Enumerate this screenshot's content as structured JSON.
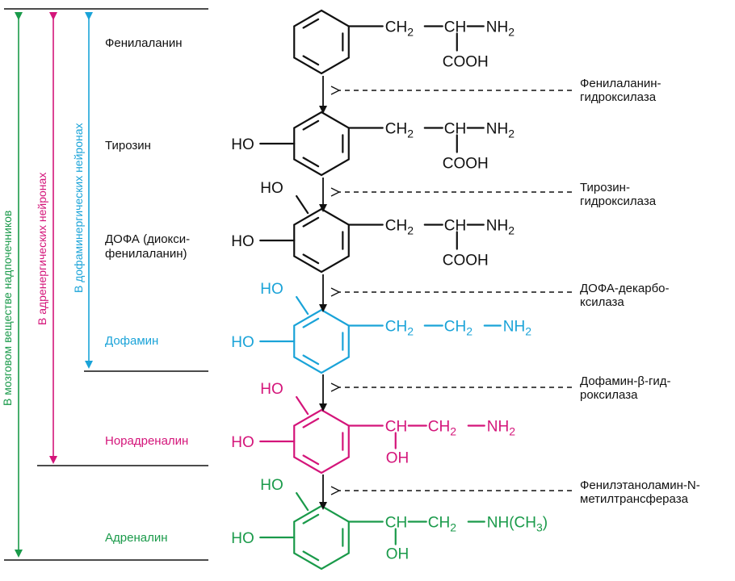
{
  "colors": {
    "black": "#111111",
    "dopamine": "#1aa3d8",
    "noradrenaline": "#d4157a",
    "adrenaline": "#1a9a4a"
  },
  "compounds": [
    {
      "name": "Фенилаланин"
    },
    {
      "name": "Тирозин"
    },
    {
      "name": "ДОФА (диокси-\nфенилаланин)"
    },
    {
      "name": "Дофамин"
    },
    {
      "name": "Норадреналин"
    },
    {
      "name": "Адреналин"
    }
  ],
  "enzymes": [
    {
      "name": "Фенилаланин-\nгидроксилаза"
    },
    {
      "name": "Тирозин-\nгидроксилаза"
    },
    {
      "name": "ДОФА-декарбо-\nксилаза"
    },
    {
      "name": "Дофамин-β-гид-\nроксилаза"
    },
    {
      "name": "Фенилэтаноламин-N-\nметилтрансфераза"
    }
  ],
  "ranges": {
    "adrenal_medulla": "В мозговом веществе надпочечников",
    "adrenergic": "В адренергических нейронах",
    "dopaminergic": "В дофаминергических нейронах"
  },
  "chem": {
    "ho": "HO",
    "oh": "OH",
    "ch2": "CH",
    "ch": "CH",
    "nh2": "NH",
    "nh": "NH",
    "ch3": "CH",
    "cooh": "COOH",
    "sub2": "2",
    "sub3": "3",
    "lp": "(",
    "rp": ")"
  }
}
